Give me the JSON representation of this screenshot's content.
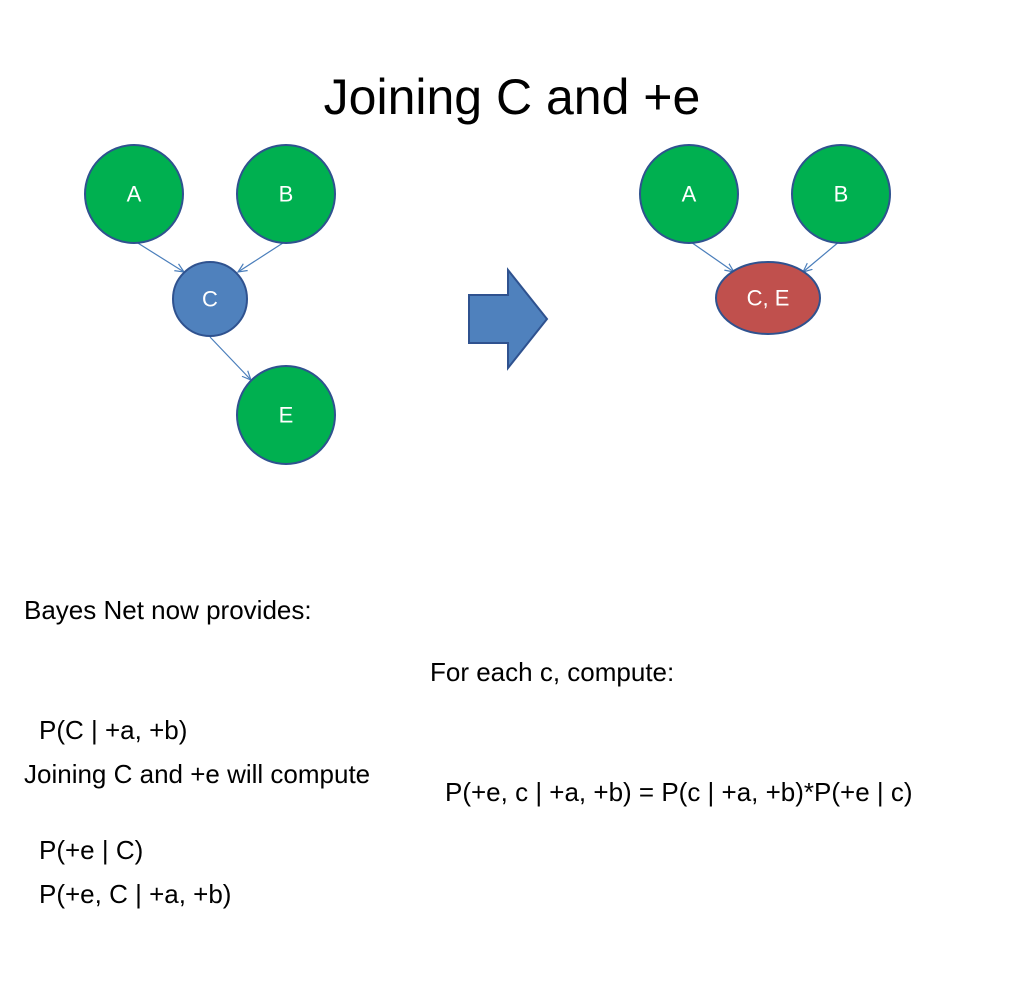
{
  "slide": {
    "title": "Joining C and +e"
  },
  "colors": {
    "green_node": "#00B050",
    "blue_node": "#4F81BD",
    "red_node": "#C0504D",
    "node_stroke": "#2F528F",
    "edge": "#4A7EBB",
    "arrow_fill": "#4F81BD"
  },
  "left_graph": {
    "nodes": {
      "a": "A",
      "b": "B",
      "c": "C",
      "e": "E"
    }
  },
  "right_graph": {
    "nodes": {
      "a": "A",
      "b": "B",
      "ce": "C, E"
    }
  },
  "text": {
    "bayes_net_heading": "Bayes Net now provides:",
    "bayes_net_factor1": "P(C | +a, +b)",
    "bayes_net_factor2": "P(+e | C)",
    "joining_heading": "Joining C and +e will compute",
    "joining_result": "P(+e, C | +a, +b)",
    "foreach_heading": "For each c, compute:",
    "foreach_formula": "P(+e, c | +a, +b) = P(c | +a, +b)*P(+e | c)"
  }
}
